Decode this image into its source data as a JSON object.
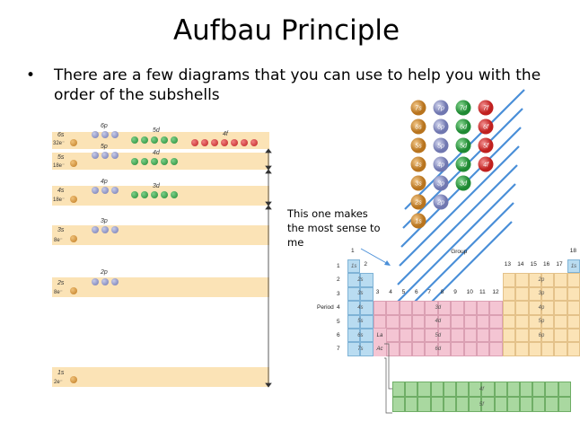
{
  "slide": {
    "title": "Aufbau Principle",
    "bullet_symbol": "•",
    "bullet_text": "There are a few diagrams that you can use to help you with the order of the subshells",
    "note": "This one makes the most sense to me"
  },
  "energy_diagram": {
    "levels": [
      {
        "s": "6s",
        "p": "6p",
        "d": "5d",
        "f": "4f",
        "electrons": "32e⁻"
      },
      {
        "s": "5s",
        "p": "5p",
        "d": "4d",
        "electrons": "18e⁻"
      },
      {
        "s": "4s",
        "p": "4p",
        "d": "3d",
        "electrons": "18e⁻"
      },
      {
        "s": "3s",
        "p": "3p",
        "electrons": "8e⁻"
      },
      {
        "s": "2s",
        "p": "2p",
        "electrons": "8e⁻"
      },
      {
        "s": "1s",
        "electrons": "2e⁻"
      }
    ]
  },
  "diagonal_diagram": {
    "rows": [
      [
        "7s",
        "7p",
        "7d",
        "7f"
      ],
      [
        "6s",
        "6p",
        "6d",
        "6f"
      ],
      [
        "5s",
        "5p",
        "5d",
        "5f"
      ],
      [
        "4s",
        "4p",
        "4d",
        "4f"
      ],
      [
        "3s",
        "3p",
        "3d"
      ],
      [
        "2s",
        "2p"
      ],
      [
        "1s"
      ]
    ]
  },
  "periodic_table": {
    "group_label": "Group",
    "period_label": "Period",
    "group_numbers_left": [
      "1",
      "2"
    ],
    "group_numbers_mid": [
      "3",
      "4",
      "5",
      "6",
      "7",
      "8",
      "9",
      "10",
      "11",
      "12"
    ],
    "group_numbers_right": [
      "13",
      "14",
      "15",
      "16",
      "17",
      "18"
    ],
    "periods": [
      "1",
      "2",
      "3",
      "4",
      "5",
      "6",
      "7"
    ],
    "s_block": [
      "1s",
      "2s",
      "3s",
      "4s",
      "5s",
      "6s",
      "7s"
    ],
    "d_block": [
      "3d",
      "4d",
      "5d",
      "6d"
    ],
    "p_block": [
      "1s",
      "2p",
      "3p",
      "4p",
      "5p",
      "6p"
    ],
    "f_block": [
      "4f",
      "5f"
    ],
    "la": "La",
    "ac": "Ac"
  }
}
